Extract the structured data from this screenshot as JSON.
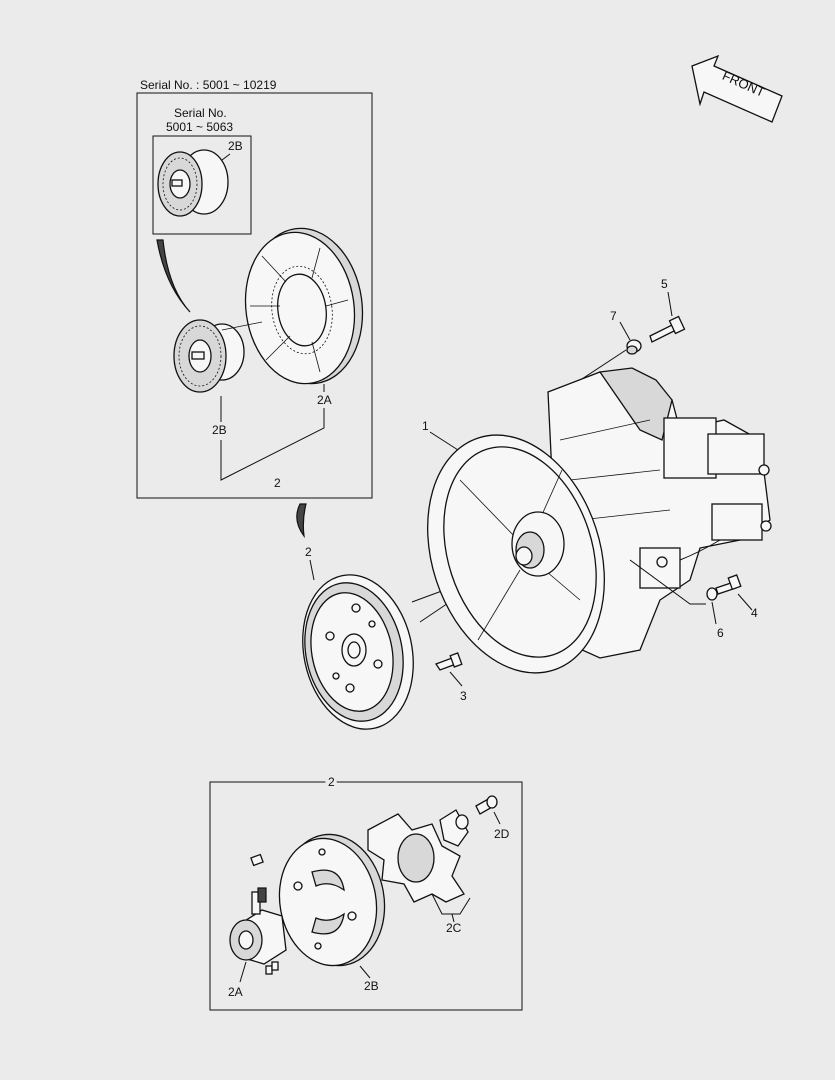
{
  "front_arrow": {
    "label": "FRONT"
  },
  "inset_top": {
    "serial_range": "Serial No. : 5001 ~ 10219",
    "sub_inset": {
      "serial_heading": "Serial No.",
      "serial_range": "5001 ~ 5063",
      "part_label": "2B"
    },
    "labels": {
      "hub": "2B",
      "flange": "2A",
      "assembly": "2"
    }
  },
  "main": {
    "labels": {
      "pump": "1",
      "coupling": "2",
      "bolt_coupling": "3",
      "bolt_side": "4",
      "bolt_top": "5",
      "washer_side": "6",
      "washer_top": "7"
    }
  },
  "inset_bottom": {
    "title": "2",
    "labels": {
      "hub": "2A",
      "flange": "2B",
      "element": "2C",
      "bolt": "2D"
    }
  }
}
